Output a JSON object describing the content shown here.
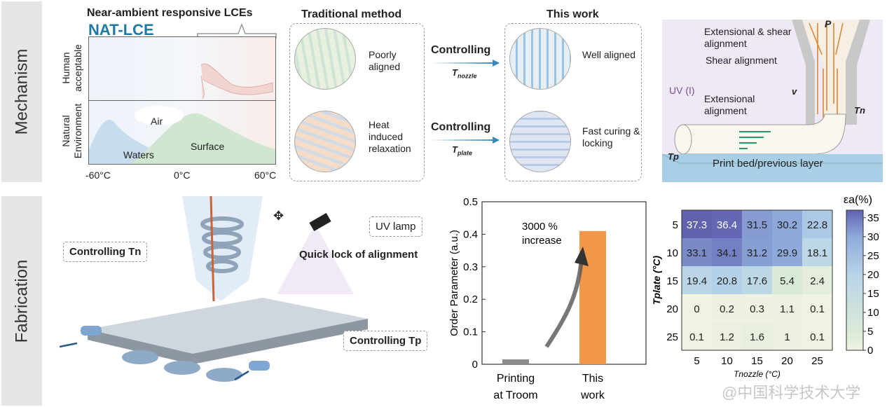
{
  "side_labels": {
    "mechanism": "Mechanism",
    "fabrication": "Fabrication"
  },
  "panel_a": {
    "title": "Near-ambient responsive LCEs",
    "brand": "NAT-LCE",
    "y_top": [
      "Human",
      "acceptable"
    ],
    "y_bottom": [
      "Natural",
      "Environment"
    ],
    "regions": {
      "air": "Air",
      "waters": "Waters",
      "surface": "Surface"
    },
    "x_ticks": [
      "-60°C",
      "0°C",
      "60°C"
    ]
  },
  "traditional": {
    "title": "Traditional method",
    "top": "Poorly aligned",
    "bottom": "Heat induced relaxation"
  },
  "arrows": {
    "top": "Controlling",
    "top_sym": "T",
    "top_sub": "nozzle",
    "bottom": "Controlling",
    "bottom_sym": "T",
    "bottom_sub": "plate"
  },
  "this_work": {
    "title": "This work",
    "top": "Well aligned",
    "bottom": "Fast curing & locking"
  },
  "nozzle": {
    "p": "P",
    "ext_shear": "Extensional & shear alignment",
    "shear": "Shear alignment",
    "uv": "UV (I)",
    "v": "v",
    "extensional": "Extensional alignment",
    "tn": "Tn",
    "tp": "Tp",
    "bed": "Print bed/previous layer"
  },
  "fabrication": {
    "ctrl_tn": "Controlling Tn",
    "uv_lamp": "UV lamp",
    "quick_lock": "Quick lock of alignment",
    "ctrl_tp": "Controlling Tp"
  },
  "watermark": "@中国科学技术大学",
  "chart_data": [
    {
      "type": "bar",
      "categories": [
        "Printing at Troom",
        "This work"
      ],
      "values": [
        0.015,
        0.41
      ],
      "ylabel": "Order Parameter (a.u.)",
      "ylim": [
        0,
        0.5
      ],
      "yticks": [
        "0",
        "0.1",
        "0.2",
        "0.3",
        "0.4",
        "0.5"
      ],
      "annotation": "3000 % increase",
      "colors": [
        "#8c8c8c",
        "#f0974a"
      ],
      "cat_lines": [
        [
          "Printing",
          "at Troom"
        ],
        [
          "This",
          "work"
        ]
      ]
    },
    {
      "type": "heatmap",
      "xlabel": "Tnozzle (°C)",
      "ylabel": "Tplate (°C)",
      "x": [
        "5",
        "10",
        "15",
        "20",
        "25"
      ],
      "y": [
        "5",
        "10",
        "15",
        "20",
        "25"
      ],
      "values": [
        [
          37.3,
          36.4,
          31.5,
          30.2,
          22.8
        ],
        [
          33.1,
          34.1,
          31.2,
          29.9,
          18.1
        ],
        [
          19.4,
          20.8,
          17.6,
          5.4,
          2.4
        ],
        [
          0,
          0.2,
          0.3,
          1.1,
          0.1
        ],
        [
          0.1,
          1.2,
          1.6,
          1,
          0.1
        ]
      ],
      "colorbar_title": "εa(%)",
      "colorbar_ticks": [
        "0",
        "5",
        "10",
        "15",
        "20",
        "25",
        "30",
        "35"
      ],
      "range": [
        0,
        37
      ]
    }
  ]
}
